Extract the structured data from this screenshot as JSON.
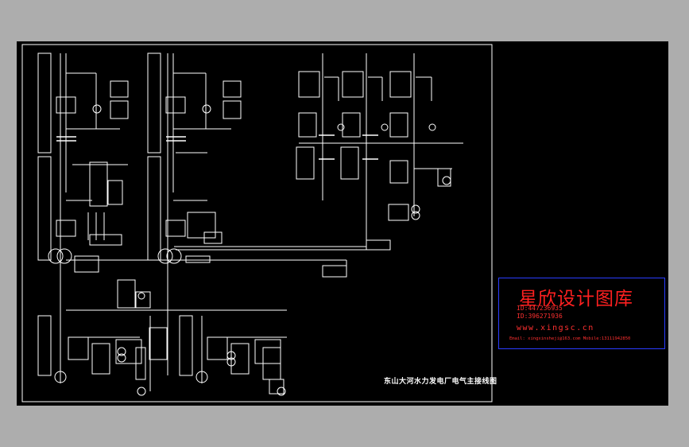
{
  "drawing": {
    "title": "东山大河水力发电厂电气主接线图"
  },
  "watermark": {
    "name": "星欣设计图库",
    "id1": "ID:447236935",
    "id2": "ID:396271936",
    "url": "www.xingsc.cn",
    "contact": "Email: xingxinsheji@163.com  Mobile:13111942850"
  },
  "colors": {
    "background": "#adadad",
    "canvas": "#000000",
    "lines": "#ffffff",
    "watermark_text": "#ff2020",
    "watermark_border": "#2a3cff"
  }
}
